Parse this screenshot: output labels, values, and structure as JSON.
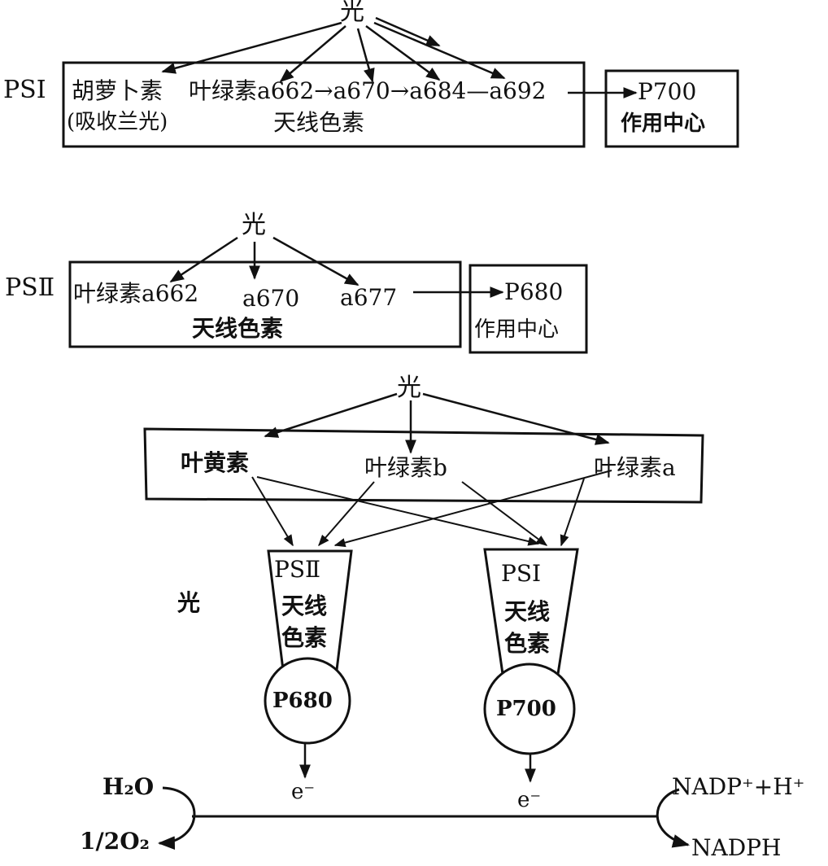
{
  "ps1_section": {
    "light": "光",
    "label": "PSⅠ",
    "carotene": "胡萝卜素",
    "blue_light": "(吸收兰光)",
    "chain": "叶绿素a662→a670→a684—a692",
    "antenna": "天线色素",
    "center_name": "P700",
    "center_role": "作用中心"
  },
  "ps2_section": {
    "light": "光",
    "label": "PSⅡ",
    "chl_a662": "叶绿素a662",
    "a670": "a670",
    "a677": "a677",
    "antenna": "天线色素",
    "center_name": "P680",
    "center_role": "作用中心"
  },
  "combined": {
    "light_top": "光",
    "xanthophyll": "叶黄素",
    "chl_b": "叶绿素b",
    "chl_a": "叶绿素a",
    "ps2_label": "PSⅡ",
    "ps1_label": "PSⅠ",
    "antenna_1": "天线",
    "antenna_2": "色素",
    "light_side": "光",
    "p680": "P680",
    "p700": "P700",
    "electron": "e⁻",
    "h2o": "H₂O",
    "half_o2": "1/2O₂",
    "nadp_in": "NADP⁺+H⁺",
    "nadph": "NADPH"
  }
}
